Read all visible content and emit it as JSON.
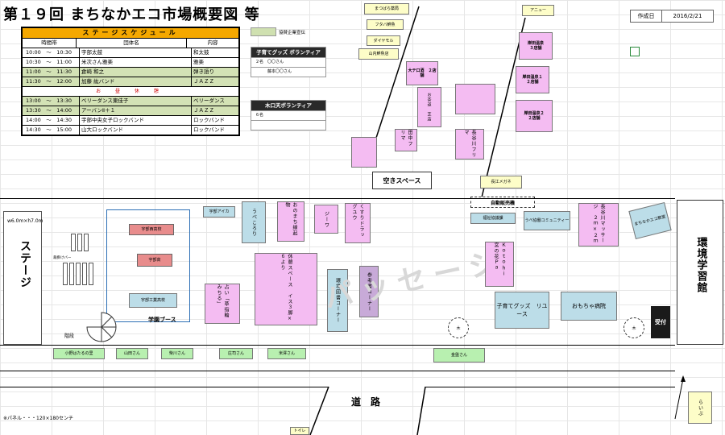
{
  "title": "第１９回 まちなかエコ市場概要図 等",
  "date": {
    "label": "作成日",
    "value": "2016/2/21"
  },
  "schedule": {
    "header": "ステージスケジュール",
    "columns": [
      "時間帯",
      "団体名",
      "内容"
    ],
    "rows": [
      {
        "time": "10:00　～　10:30",
        "group": "宇部太鼓",
        "content": "和太鼓",
        "green": false
      },
      {
        "time": "10:30　～　11:00",
        "group": "米次さん雅楽",
        "content": "雅楽",
        "green": false
      },
      {
        "time": "11:00　～　11:30",
        "group": "倉崎 和之",
        "content": "弾き語り",
        "green": true
      },
      {
        "time": "11:30　～　12:00",
        "group": "加藤 紘バンド",
        "content": "ＪＡＺＺ",
        "green": true
      },
      {
        "time": "",
        "group": "お 昼 休 憩",
        "content": "",
        "break": true
      },
      {
        "time": "13:00　～　13:30",
        "group": "ベリーダンス東佳子",
        "content": "ベリーダンス",
        "green": true
      },
      {
        "time": "13:30　～　14:00",
        "group": "アーバンⅡ＋１",
        "content": "ＪＡＺＺ",
        "green": true
      },
      {
        "time": "14:00　～　14:30",
        "group": "宇部中央女子ロックバンド",
        "content": "ロックバンド",
        "green": false
      },
      {
        "time": "14:30　～　15:00",
        "group": "山大ロックバンド",
        "content": "ロックバンド",
        "green": false
      }
    ]
  },
  "volunteer": {
    "legend": "協賛企業宣伝",
    "kosodate": {
      "header": "子育てグッズ ボランティア",
      "rows": [
        "２名　〇〇さん",
        "　　　藤本〇〇さん"
      ]
    },
    "mokko": {
      "header": "木口天ボランティア",
      "rows": [
        "６名",
        ""
      ]
    }
  },
  "labels": {
    "stage": "ステージ",
    "stage_size": "w6.0m×h7.0m",
    "kankyo": "環境学習館",
    "passage": "パッセージ",
    "road": "道　路",
    "akisp": "空きスペース",
    "jihanki": "自動販売機",
    "kaidan": "階段",
    "panel_note": "※パネル・・・120×180センチ",
    "gakuen": "学園ブース",
    "uketsuke": "受付",
    "nagae": "長江メガネ",
    "rainbow": "らいぶ",
    "tree": "木",
    "saibangi": "裁掛けバー"
  },
  "top_shops": [
    "まつばら薬局",
    "フタバ鮮魚",
    "ダイヤモル",
    "山内鮮魚店",
    "アニュー"
  ],
  "booths": {
    "ube_nishi": "宇部西高校",
    "ube_kou": "宇部高",
    "ube_kogyo": "宇部工業高校",
    "ube_aika": "宇部アイカ",
    "ubekorori": "うべころり",
    "onomachi": "おのまち縁起物",
    "jiwa": "ジーワ",
    "kusuri": "くすりドラッグユウ",
    "uranai": "占い「草指輪　みちる」",
    "kyukei": "休憩スペース　イス３脚×６より",
    "kankyo_tosho": "環境図書コーナー",
    "sankosho": "参考書コーナー",
    "kosodate_reuse": "子育てグッズ　リユース",
    "omocha": "おもちゃ病院",
    "kotohi": "Ｋｏｔｏｈｉ　宮の花Ｐａ",
    "massage": "長谷川マッサージ　２ｍ×２ｍ",
    "machinaka": "まちなかエコ教室",
    "fukushi": "福祉協議課",
    "ube_comm": "うべ協働コミュニティー",
    "sato": "大テ口酒　２店舗",
    "furima1": "田中フリマ",
    "furima2": "長谷川フリマ",
    "furima3": "お茶道　芝店",
    "mobile1": "岸田温泉\n３店舗",
    "mobile2": "岸田温泉１\n２店舗",
    "mobile3": "岸田温泉２\n２店舗",
    "bottom": [
      "小野はたるの里",
      "山田さん",
      "柴川さん",
      "庄司さん",
      "米澤さん",
      "金盤さん"
    ],
    "bottom_small": "トイレ"
  }
}
